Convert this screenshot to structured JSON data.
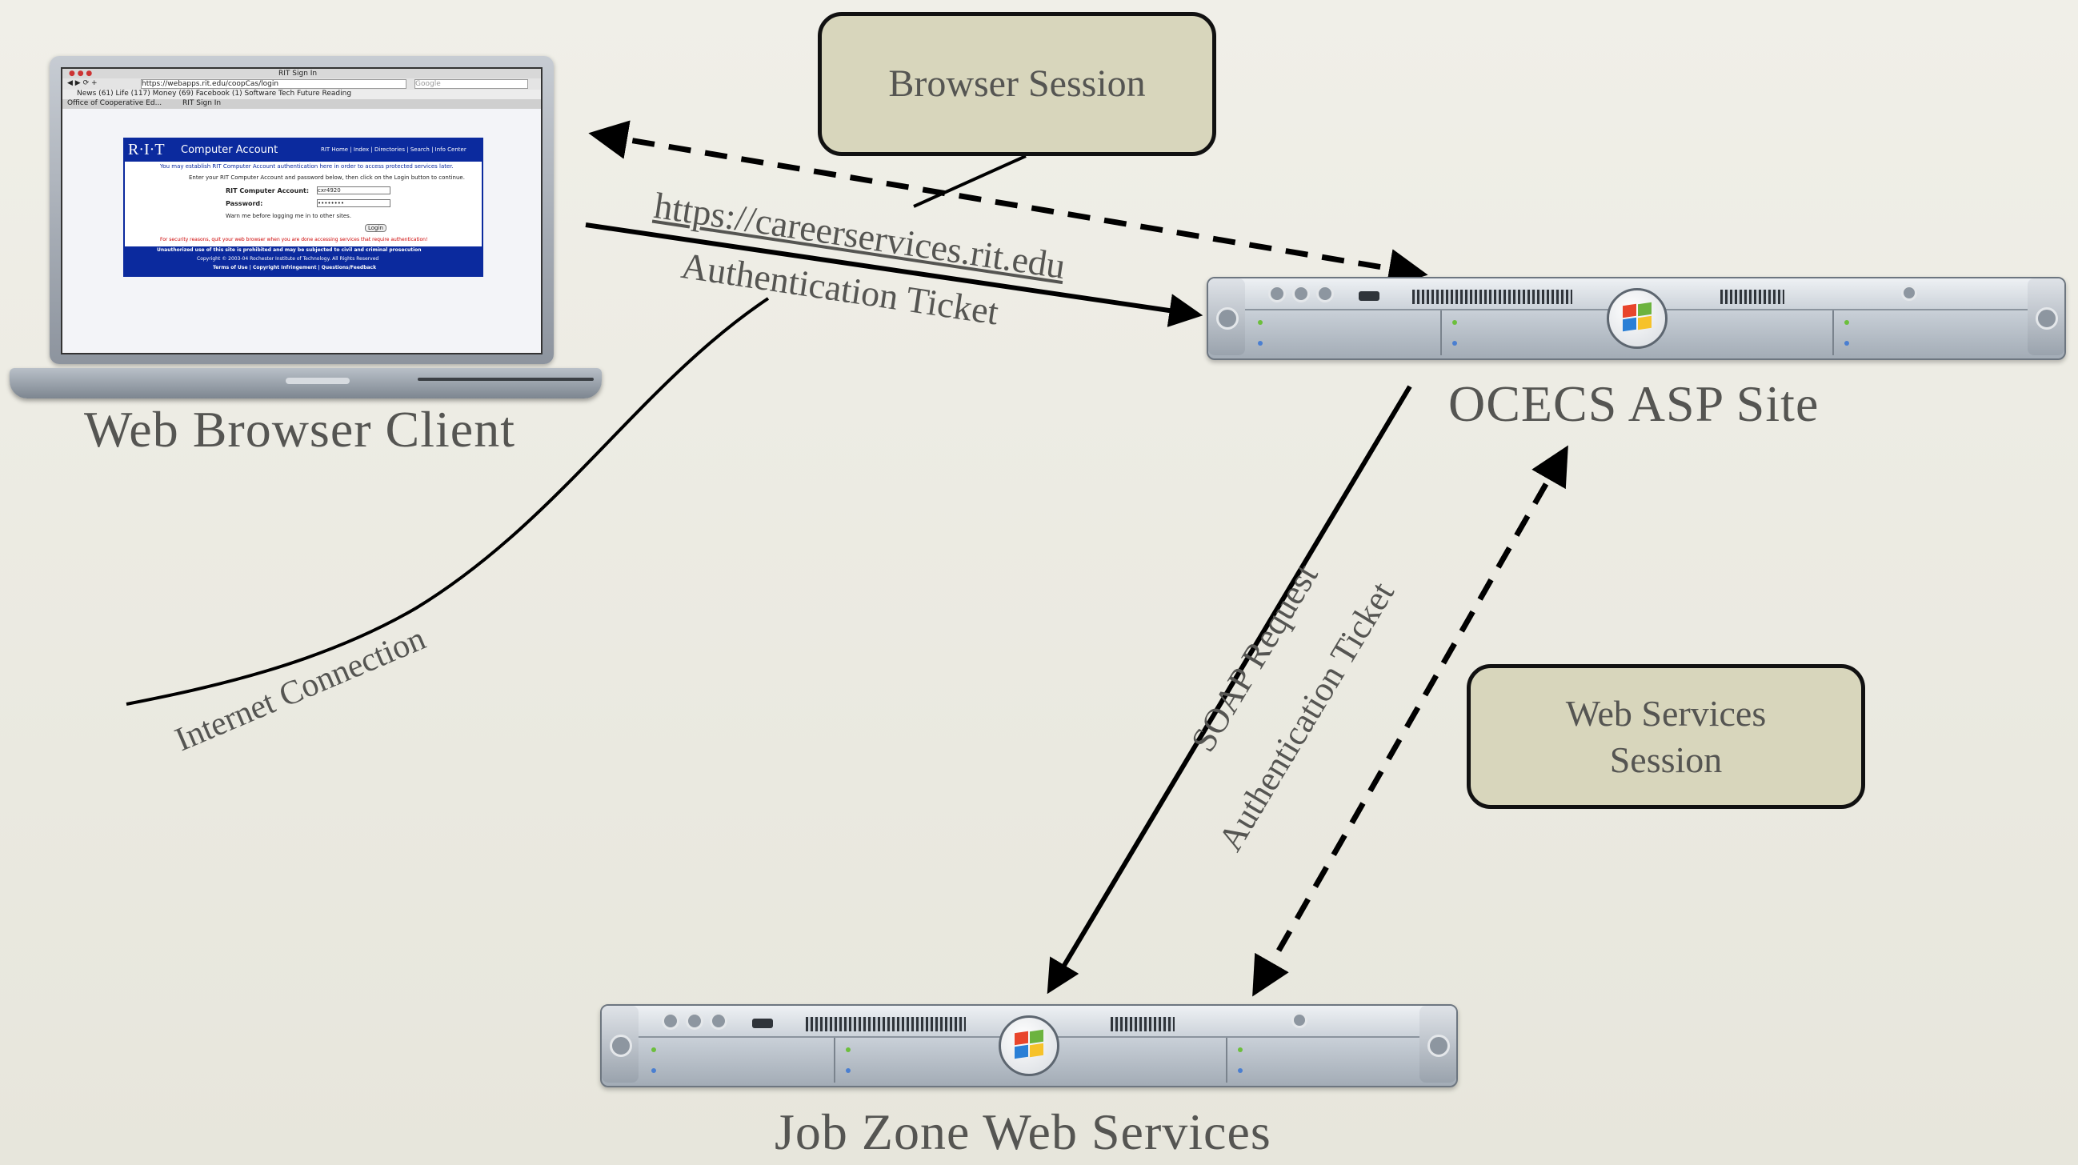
{
  "nodes": {
    "client": {
      "label": "Web Browser Client"
    },
    "asp_site": {
      "label": "OCECS ASP Site"
    },
    "job_zone": {
      "label": "Job Zone Web Services"
    }
  },
  "sessions": {
    "browser": {
      "label": "Browser Session"
    },
    "web_services": {
      "label": "Web Services\nSession"
    }
  },
  "connections": {
    "client_to_asp": {
      "url": "https://careerservices.rit.edu",
      "label": "Authentication Ticket"
    },
    "internet": {
      "label": "Internet Connection"
    },
    "asp_to_jobzone": {
      "soap": "SOAP Request",
      "label": "Authentication Ticket"
    }
  },
  "browser_screen": {
    "window_title": "RIT Sign In",
    "address": "https://webapps.rit.edu/coopCas/login",
    "search_placeholder": "Google",
    "bookmarks": "News (61)   Life (117)   Money (69)   Facebook (1)   Software   Tech   Future Reading",
    "tab_1": "Office of Cooperative Ed...",
    "tab_2": "RIT Sign In",
    "logo": "R·I·T",
    "header_title": "Computer Account",
    "header_links": "RIT Home | Index | Directories | Search | Info Center",
    "intro_1": "You may establish RIT Computer Account authentication here in order to access protected services later.",
    "intro_2": "Enter your RIT Computer Account and password below, then click on the Login button to continue.",
    "account_label": "RIT Computer Account:",
    "account_value": "cxr4920",
    "password_label": "Password:",
    "password_value": "••••••••",
    "warn_label": "Warn me before logging me in to other sites.",
    "login_button": "Login",
    "security_note": "For security reasons, quit your web browser when you are done accessing services that require authentication!",
    "footer_1": "Unauthorized use of this site is prohibited and may be subjected to civil and criminal prosecution",
    "footer_2": "Copyright © 2003-04 Rochester Institute of Technology. All Rights Reserved",
    "footer_3": "Terms of Use | Copyright Infringement | Questions/Feedback"
  },
  "colors": {
    "background": "#ecebe3",
    "session_fill": "#d8d6bc",
    "label_text": "#555552",
    "rit_blue": "#0b2a9e"
  }
}
